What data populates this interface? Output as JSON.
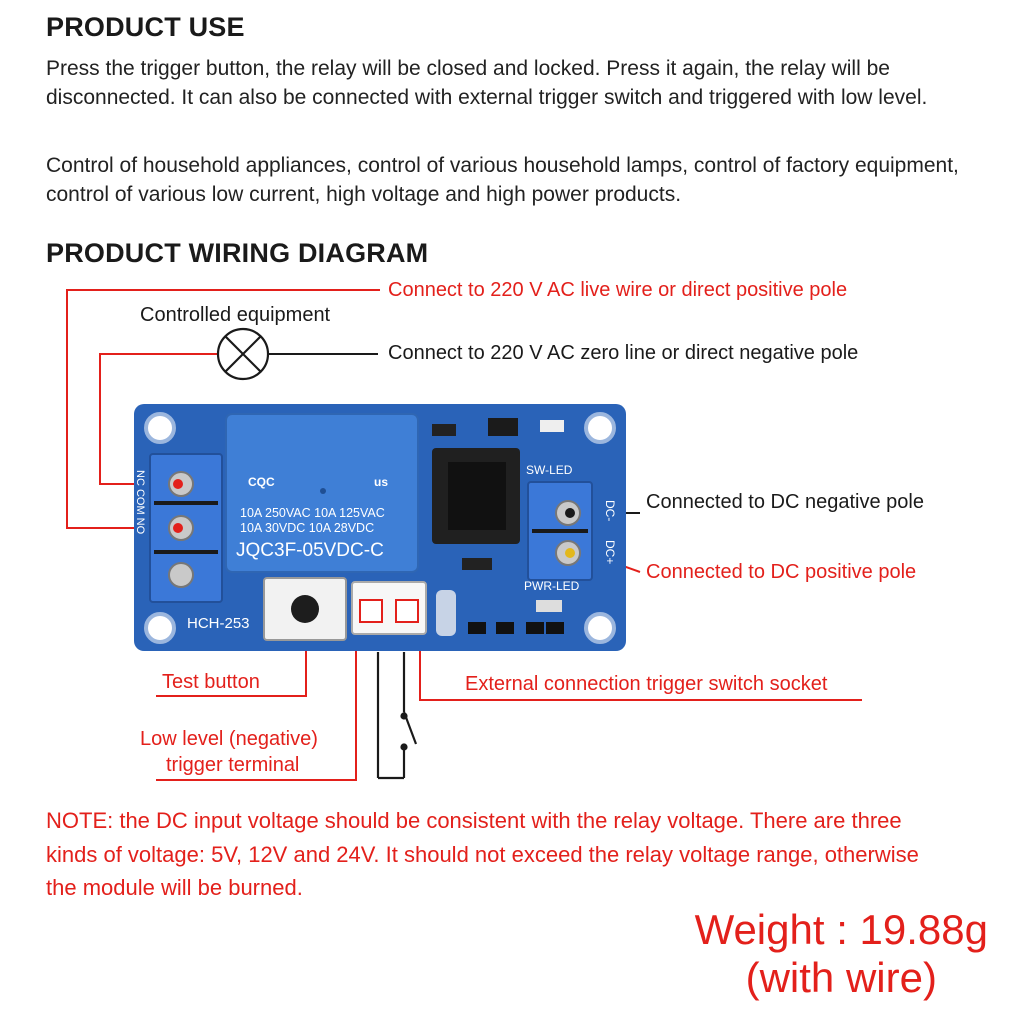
{
  "product_use": {
    "heading": "PRODUCT USE",
    "paragraph1": "Press the trigger button, the relay will be closed and locked. Press it again, the relay will be disconnected. It can also be connected with external trigger switch and triggered with low level.",
    "paragraph2": "Control of household appliances, control of various household lamps, control of factory equipment, control of various low current, high voltage and high power products."
  },
  "wiring": {
    "heading": "PRODUCT WIRING DIAGRAM",
    "live_wire": "Connect to 220 V AC live wire or direct positive pole",
    "equipment": "Controlled equipment",
    "zero_line": "Connect to 220 V AC zero line or direct negative pole",
    "dc_negative": "Connected to  DC negative pole",
    "dc_positive": "Connected to DC positive pole",
    "test_button": "Test button",
    "trigger_socket": "External connection trigger switch socket",
    "low_level_line1": "Low level (negative)",
    "low_level_line2": "trigger terminal"
  },
  "board": {
    "model": "HCH-253",
    "relay_line1": "10A 250VAC 10A 125VAC",
    "relay_line2": "10A  30VDC 10A  28VDC",
    "relay_part": "JQC3F-05VDC-C",
    "relay_brand": "CQC",
    "relay_cert": "us",
    "sw_led": "SW-LED",
    "pwr_led": "PWR-LED",
    "dc_minus": "DC-",
    "dc_plus": "DC+",
    "terminal_labels": "NC COM NO",
    "board_color": "#2a63b8",
    "relay_color": "#3f7fd6"
  },
  "note": "NOTE: the DC input voltage should be consistent with the relay voltage. There are three kinds of voltage: 5V, 12V and 24V. It should not exceed the relay voltage range, otherwise the module will be burned.",
  "weight": {
    "line1": "Weight : 19.88g",
    "line2": "(with wire)"
  },
  "colors": {
    "accent": "#e3201b",
    "text": "#1a1a1a"
  }
}
